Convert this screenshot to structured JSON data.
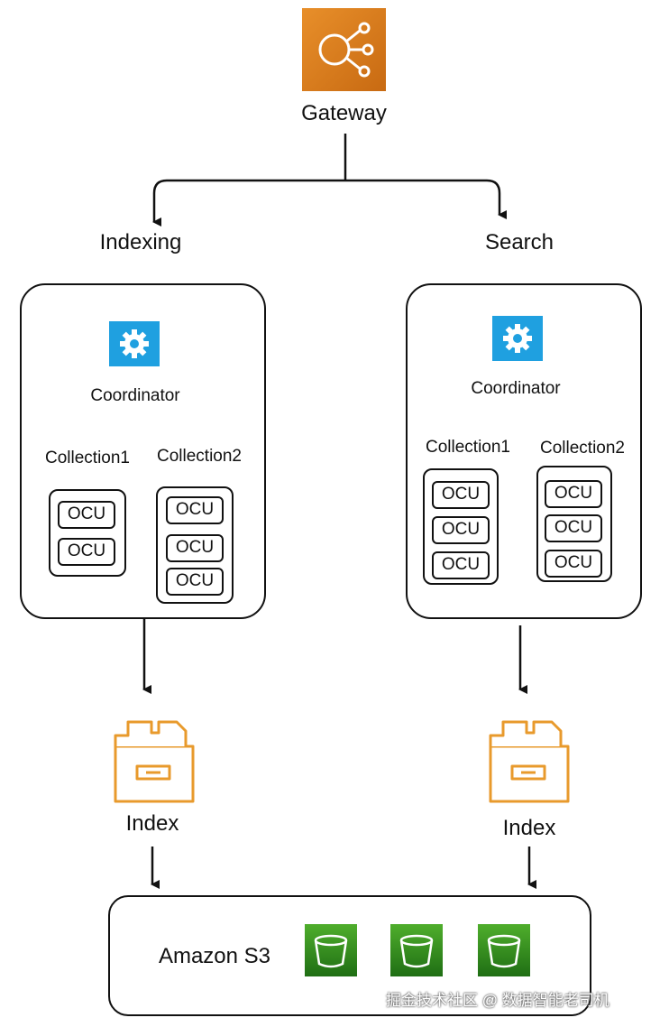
{
  "gateway": {
    "label": "Gateway",
    "icon": "elb-icon",
    "color": "#d97a1a"
  },
  "branches": {
    "left": "Indexing",
    "right": "Search"
  },
  "indexing": {
    "coordinator": "Coordinator",
    "collections": [
      {
        "label": "Collection1",
        "ocus": [
          "OCU",
          "OCU"
        ]
      },
      {
        "label": "Collection2",
        "ocus": [
          "OCU",
          "OCU",
          "OCU"
        ]
      }
    ],
    "index_label": "Index"
  },
  "search": {
    "coordinator": "Coordinator",
    "collections": [
      {
        "label": "Collection1",
        "ocus": [
          "OCU",
          "OCU",
          "OCU"
        ]
      },
      {
        "label": "Collection2",
        "ocus": [
          "OCU",
          "OCU",
          "OCU"
        ]
      }
    ],
    "index_label": "Index"
  },
  "storage": {
    "label": "Amazon S3",
    "bucket_icon": "s3-bucket-icon",
    "color": "#3b8e1e"
  },
  "watermark": "掘金技术社区 @ 数据智能老司机"
}
